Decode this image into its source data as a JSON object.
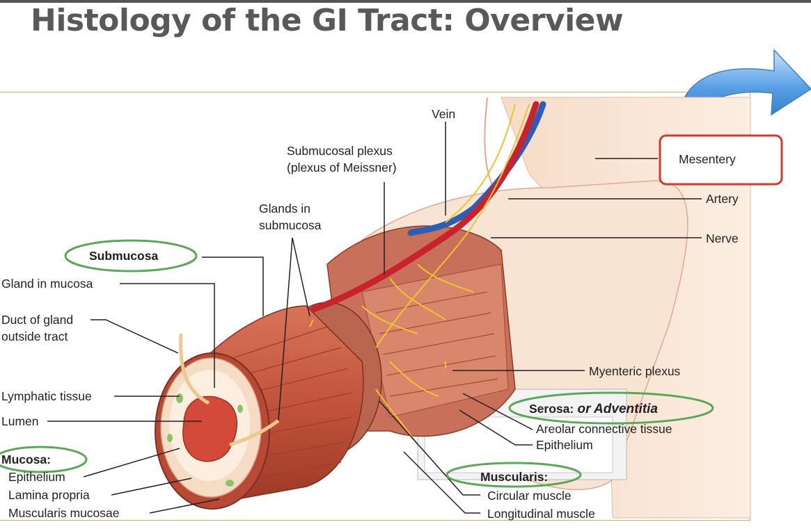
{
  "title": "Histology of the GI Tract: Overview",
  "labels": {
    "vein": "Vein",
    "submucosal_plexus_1": "Submucosal plexus",
    "submucosal_plexus_2": "(plexus of Meissner)",
    "glands_in_1": "Glands in",
    "glands_in_2": "submucosa",
    "submucosa": "Submucosa",
    "gland_in_mucosa": "Gland in mucosa",
    "duct_1": "Duct of gland",
    "duct_2": "outside tract",
    "lymphatic": "Lymphatic tissue",
    "lumen": "Lumen",
    "mucosa": "Mucosa:",
    "epithelium_mucosa": "Epithelium",
    "lamina_propria": "Lamina propria",
    "muscularis_mucosae": "Muscularis mucosae",
    "mesentery": "Mesentery",
    "artery": "Artery",
    "nerve": "Nerve",
    "myenteric": "Myenteric plexus",
    "serosa": "Serosa:",
    "serosa_alt": " or Adventitia",
    "areolar": "Areolar connective tissue",
    "epithelium_serosa": "Epithelium",
    "muscularis": "Muscularis:",
    "circular": "Circular muscle",
    "longitudinal": "Longitudinal muscle"
  },
  "colors": {
    "highlight_ring": "#5aa75a",
    "mesentery_box": "#d33a2c",
    "arrow": "#5aa0e6",
    "frame": "#d4b16a"
  },
  "icons": {
    "arrow": "curved-arrow-icon"
  }
}
